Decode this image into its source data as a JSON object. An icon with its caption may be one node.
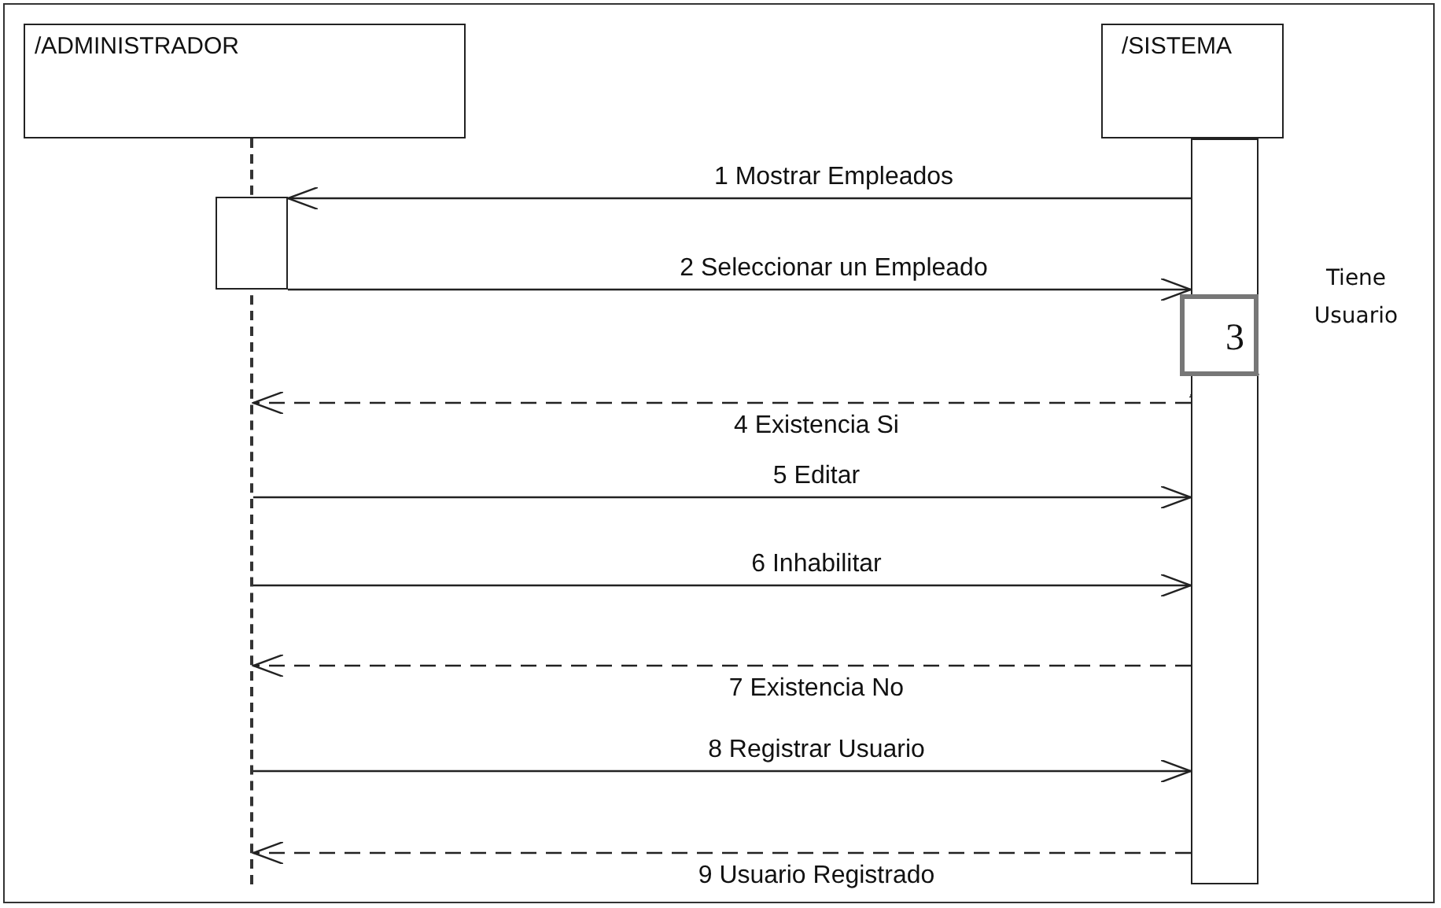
{
  "diagram": {
    "nodes": [
      {
        "text": [
          "/ADMINISTRADOR"
        ]
      },
      {
        "text": [
          "/SISTEMA"
        ]
      },
      {
        "text": [],
        "shape": "line"
      },
      {
        "text": [],
        "shape": "box"
      },
      {
        "text": [],
        "shape": "bar"
      },
      {
        "text": [
          "3"
        ],
        "beside": [
          "Tiene Usuario"
        ]
      }
    ],
    "edges": [
      {
        "from": 4,
        "to": 3,
        "arrow": "to",
        "label": "1 Mostrar Empleados"
      },
      {
        "from": 3,
        "to": 4,
        "arrow": "to",
        "label": "2 Seleccionar un Empleado"
      },
      {
        "from": 5,
        "to": 4,
        "arrow": "to",
        "style": "thick",
        "color": "#404040"
      },
      {
        "from": 4,
        "to": 2,
        "arrow": "to",
        "style": "dashed",
        "label": "4 Existencia Si"
      },
      {
        "from": 2,
        "to": 4,
        "arrow": "to",
        "label": "5 Editar"
      },
      {
        "from": 2,
        "to": 4,
        "arrow": "to",
        "label": "6 Inhabilitar"
      },
      {
        "from": 4,
        "to": 2,
        "arrow": "to",
        "style": "dashed",
        "label": "7 Existencia No"
      },
      {
        "from": 2,
        "to": 4,
        "arrow": "to",
        "label": "8 Registrar Usuario"
      },
      {
        "from": 4,
        "to": 2,
        "arrow": "to",
        "style": "dashed",
        "label": "9 Usuario Registrado"
      }
    ]
  }
}
